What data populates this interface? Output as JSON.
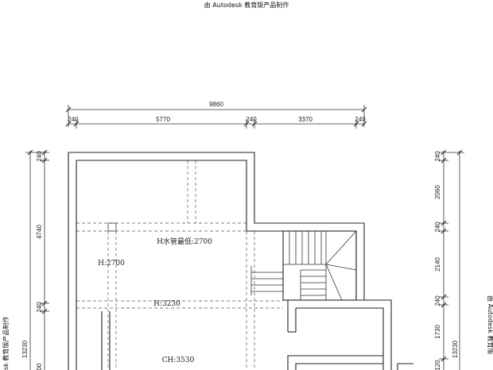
{
  "watermark": {
    "top": "由 Autodesk 教育版产品制作",
    "left": "sk 教育版产品制作",
    "right": "由 Autodesk 教育版"
  },
  "dimensions": {
    "top_total": "9860",
    "top_segments": [
      "240",
      "5770",
      "240",
      "3370",
      "240"
    ],
    "left_segments": [
      "240",
      "4740",
      "240",
      "00"
    ],
    "left_total": "13230",
    "right_segments": [
      "240",
      "2060",
      "240",
      "2140",
      "240",
      "1730",
      "120"
    ],
    "right_total": "13230"
  },
  "labels": {
    "pipe_min": "H水管最低:2700",
    "h2700": "H:2700",
    "h3230": "H:3230",
    "ch3530": "CH:3530"
  }
}
